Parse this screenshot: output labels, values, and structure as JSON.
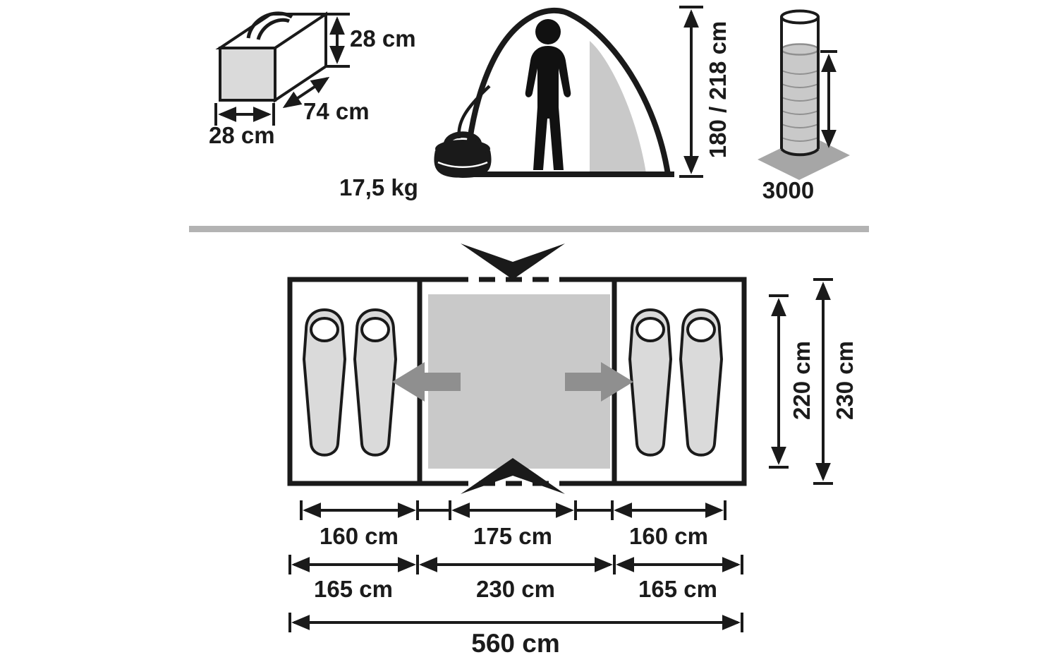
{
  "packed_bag": {
    "height": "28 cm",
    "length": "74 cm",
    "width": "28 cm"
  },
  "tent": {
    "weight": "17,5 kg",
    "standing_height": "180 / 218 cm",
    "water_column": "3000"
  },
  "floorplan": {
    "inner_depth": "220 cm",
    "outer_depth": "230 cm",
    "inner_widths": [
      "160 cm",
      "175 cm",
      "160 cm"
    ],
    "outer_widths": [
      "165 cm",
      "230 cm",
      "165 cm"
    ],
    "total_width": "560 cm"
  },
  "colors": {
    "ink": "#1a1a1a",
    "panel_gray": "#c9c9c9",
    "arrow_gray": "#8f8f8f",
    "bag_gray": "#dadada",
    "divider_gray": "#b3b3b3"
  }
}
